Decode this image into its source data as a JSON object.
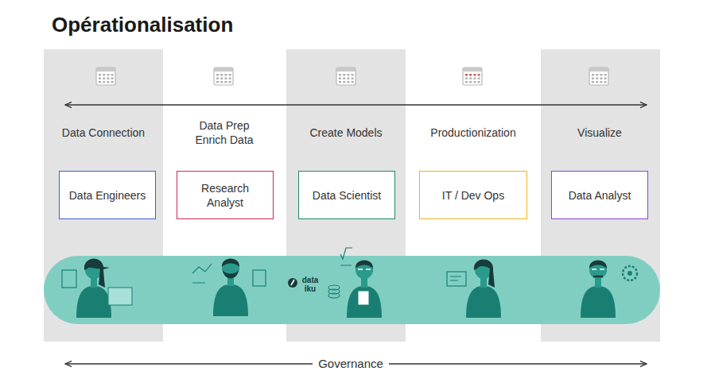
{
  "diagram": {
    "title": "Opérationalisation",
    "nodes": [
      {
        "text": [
          "Data Engineers"
        ]
      },
      {
        "text": [
          "Research Analyst"
        ]
      },
      {
        "text": [
          "Data Scientist"
        ]
      },
      {
        "text": [
          "IT / Dev Ops"
        ]
      },
      {
        "text": [
          "Data Analyst"
        ]
      }
    ],
    "labels": [
      "Data Connection",
      "Data Prep Enrich Data",
      "Create Models",
      "Productionization",
      "Visualize",
      "data iku",
      "Governance"
    ]
  }
}
